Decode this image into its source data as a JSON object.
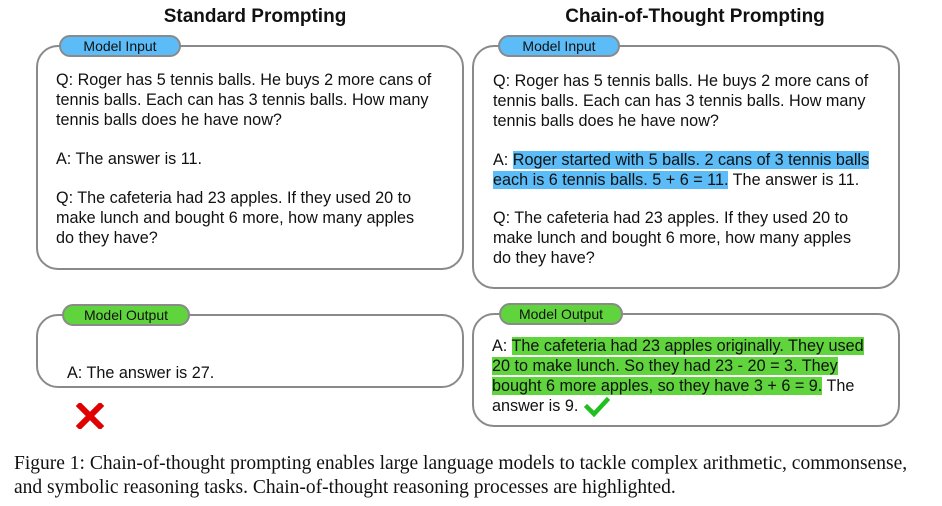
{
  "standard": {
    "title": "Standard Prompting",
    "input_tag": "Model Input",
    "output_tag": "Model Output",
    "q1": "Q: Roger has 5 tennis balls. He buys 2 more cans of\ntennis balls. Each can has 3 tennis balls. How many\ntennis balls does he have now?",
    "a1": "A: The answer is 11.",
    "q2": "Q: The cafeteria had 23 apples. If they used 20 to\nmake lunch and bought 6 more, how many apples\ndo they have?",
    "output": "A: The answer is 27.",
    "output_icon": "cross-icon",
    "output_icon_color": "#e00000"
  },
  "cot": {
    "title": "Chain-of-Thought Prompting",
    "input_tag": "Model Input",
    "output_tag": "Model Output",
    "q1": "Q: Roger has 5 tennis balls. He buys 2 more cans of\ntennis balls. Each can has 3 tennis balls. How many\ntennis balls does he have now?",
    "a1_prefix": "A: ",
    "a1_highlight_1": "Roger started with 5 balls. 2 cans of 3 tennis balls",
    "a1_highlight_2": "each is 6 tennis balls. 5 + 6 = 11.",
    "a1_suffix": " The answer is 11.",
    "q2": "Q: The cafeteria had 23 apples. If they used 20 to\nmake lunch and bought 6 more, how many apples\ndo they have?",
    "out_prefix": "A: ",
    "out_highlight_1": "The cafeteria had 23 apples originally. They used",
    "out_highlight_2": "20 to make lunch. So they had 23 - 20 = 3. They",
    "out_highlight_3": "bought 6 more apples, so they have 3 + 6 = 9.",
    "out_suffix_1": " The",
    "out_suffix_2": "answer is 9.",
    "output_icon": "checkmark-icon",
    "output_icon_color": "#1fbf1f"
  },
  "colors": {
    "input_tag": "#5bbcf7",
    "output_tag": "#5fd43c",
    "border": "#8a8a8a"
  },
  "caption": "Figure 1:  Chain-of-thought prompting enables large language models to tackle complex arithmetic, commonsense, and symbolic reasoning tasks. Chain-of-thought reasoning processes are highlighted."
}
